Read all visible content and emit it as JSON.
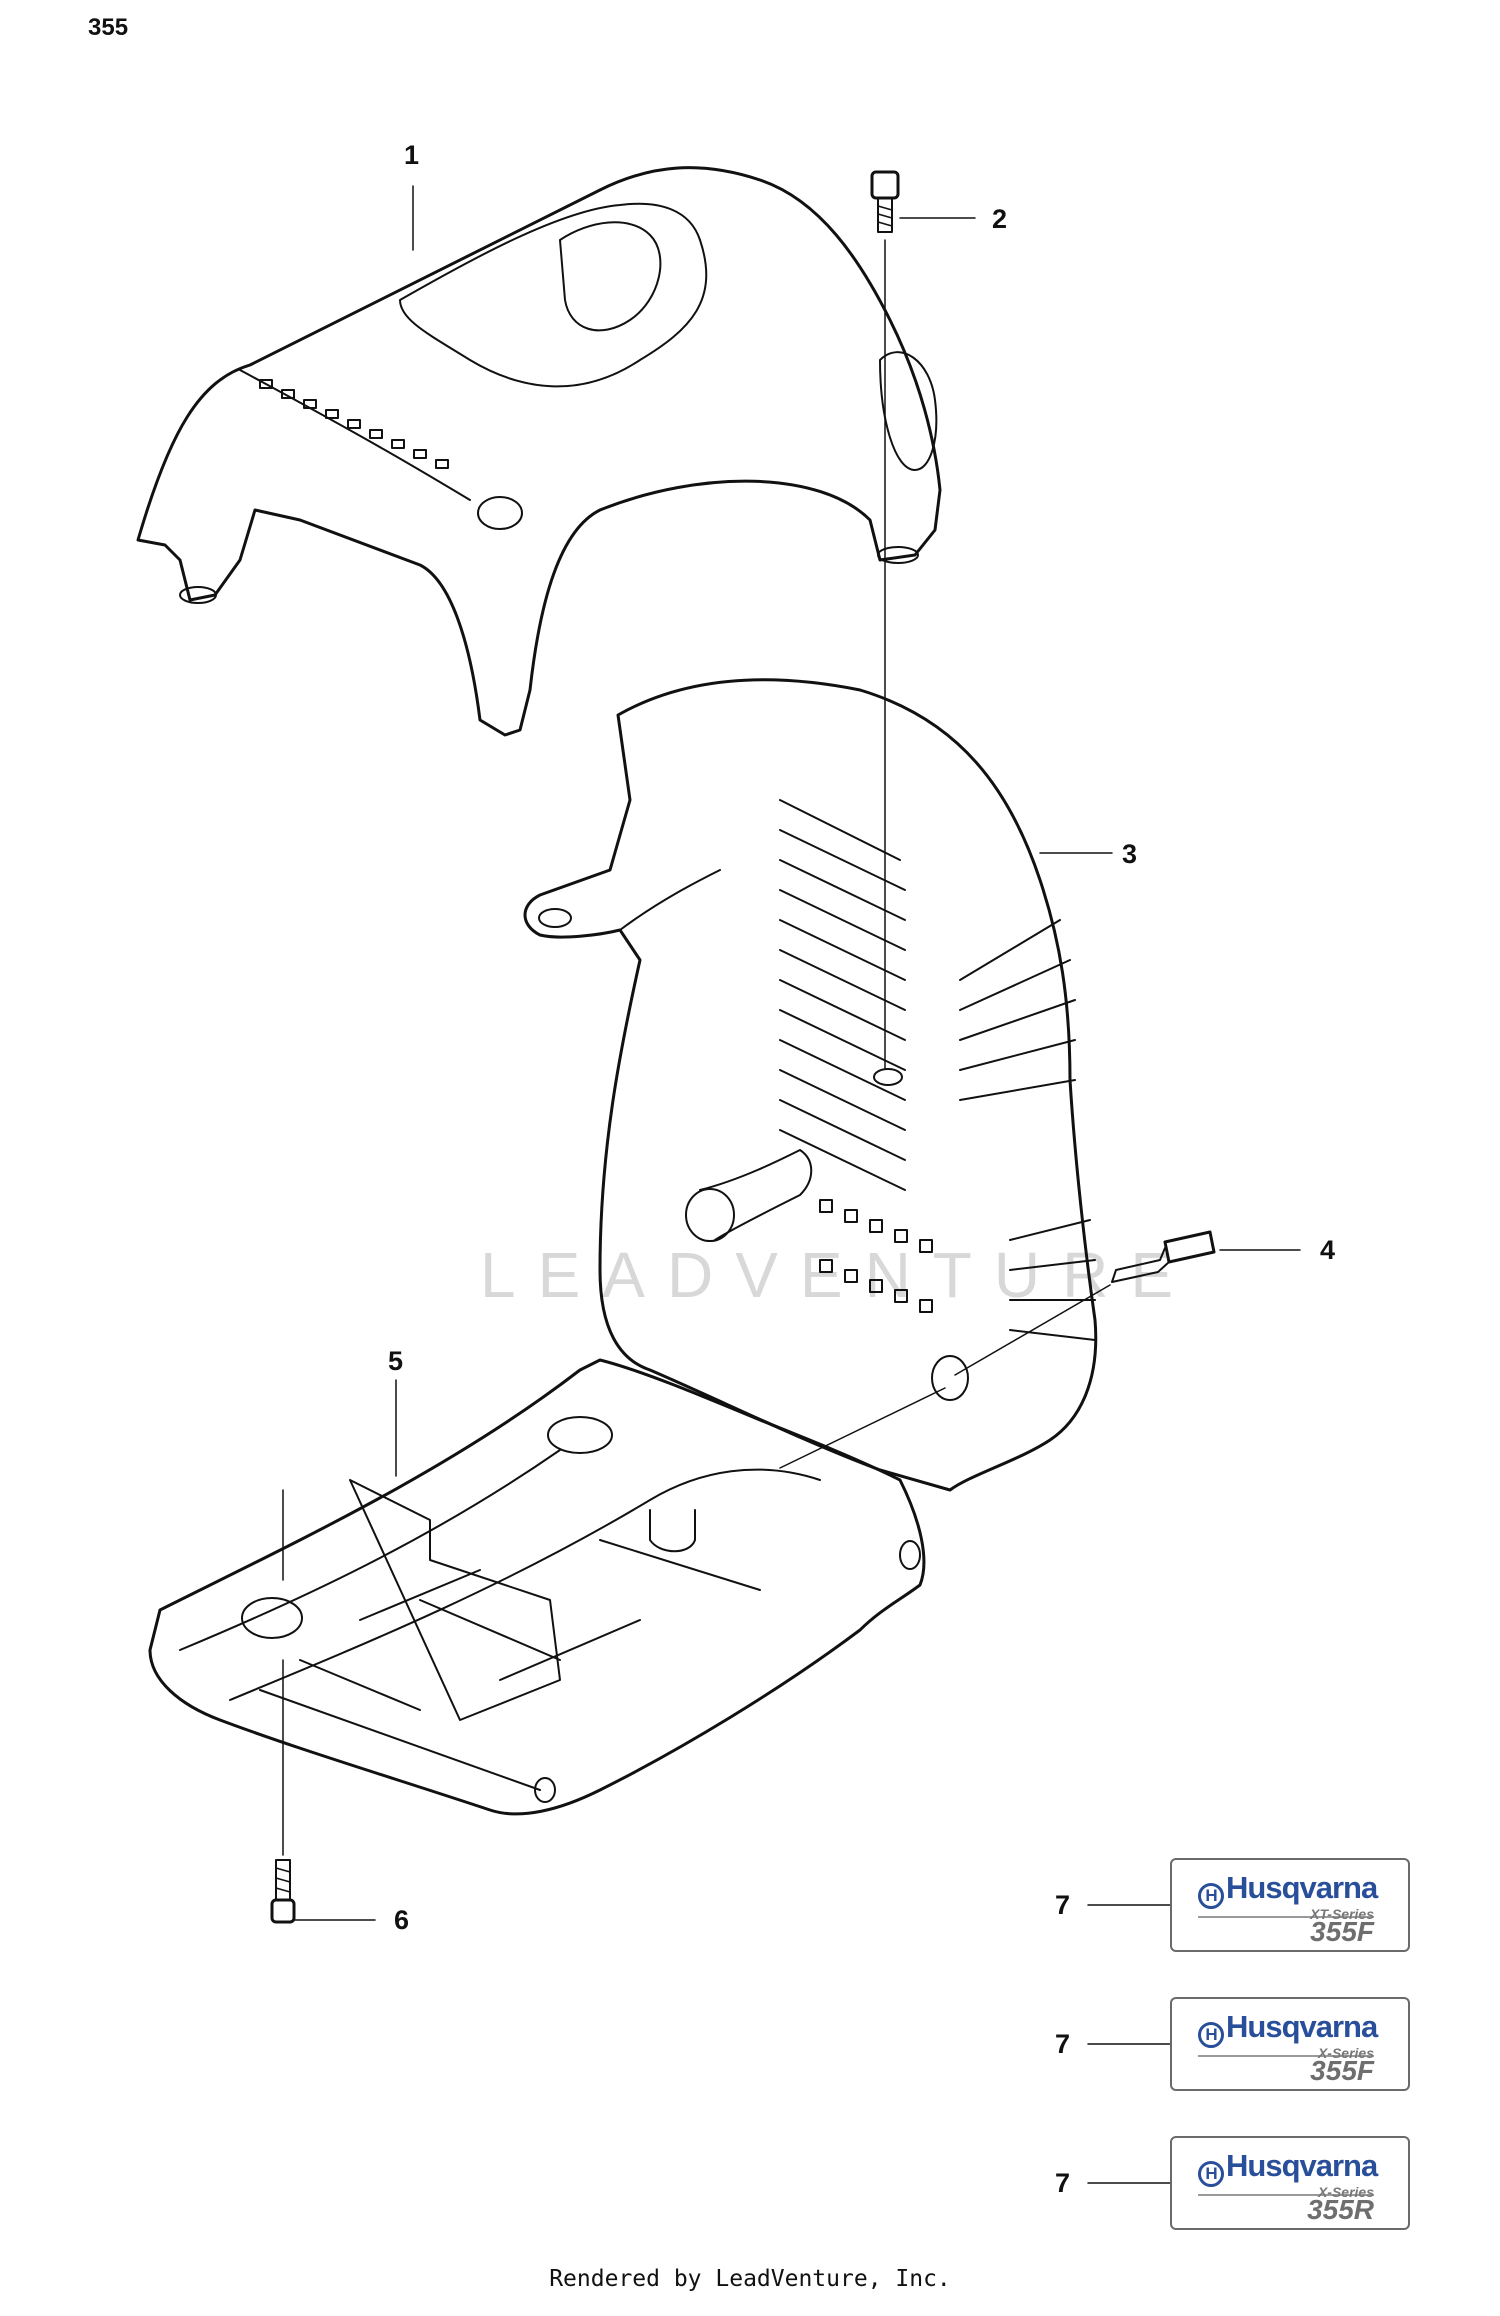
{
  "page_number": "355",
  "callouts": {
    "c1": "1",
    "c2": "2",
    "c3": "3",
    "c4": "4",
    "c5": "5",
    "c6": "6",
    "c7a": "7",
    "c7b": "7",
    "c7c": "7"
  },
  "decals": [
    {
      "brand": "Husqvarna",
      "series": "XT-Series",
      "model": "355F"
    },
    {
      "brand": "Husqvarna",
      "series": "X-Series",
      "model": "355F"
    },
    {
      "brand": "Husqvarna",
      "series": "X-Series",
      "model": "355R"
    }
  ],
  "watermark": "LEADVENTURE",
  "footer": "Rendered by LeadVenture, Inc.",
  "colors": {
    "line": "#111111",
    "brand_blue": "#2a4f9a",
    "decal_gray": "#6e6e6e"
  }
}
